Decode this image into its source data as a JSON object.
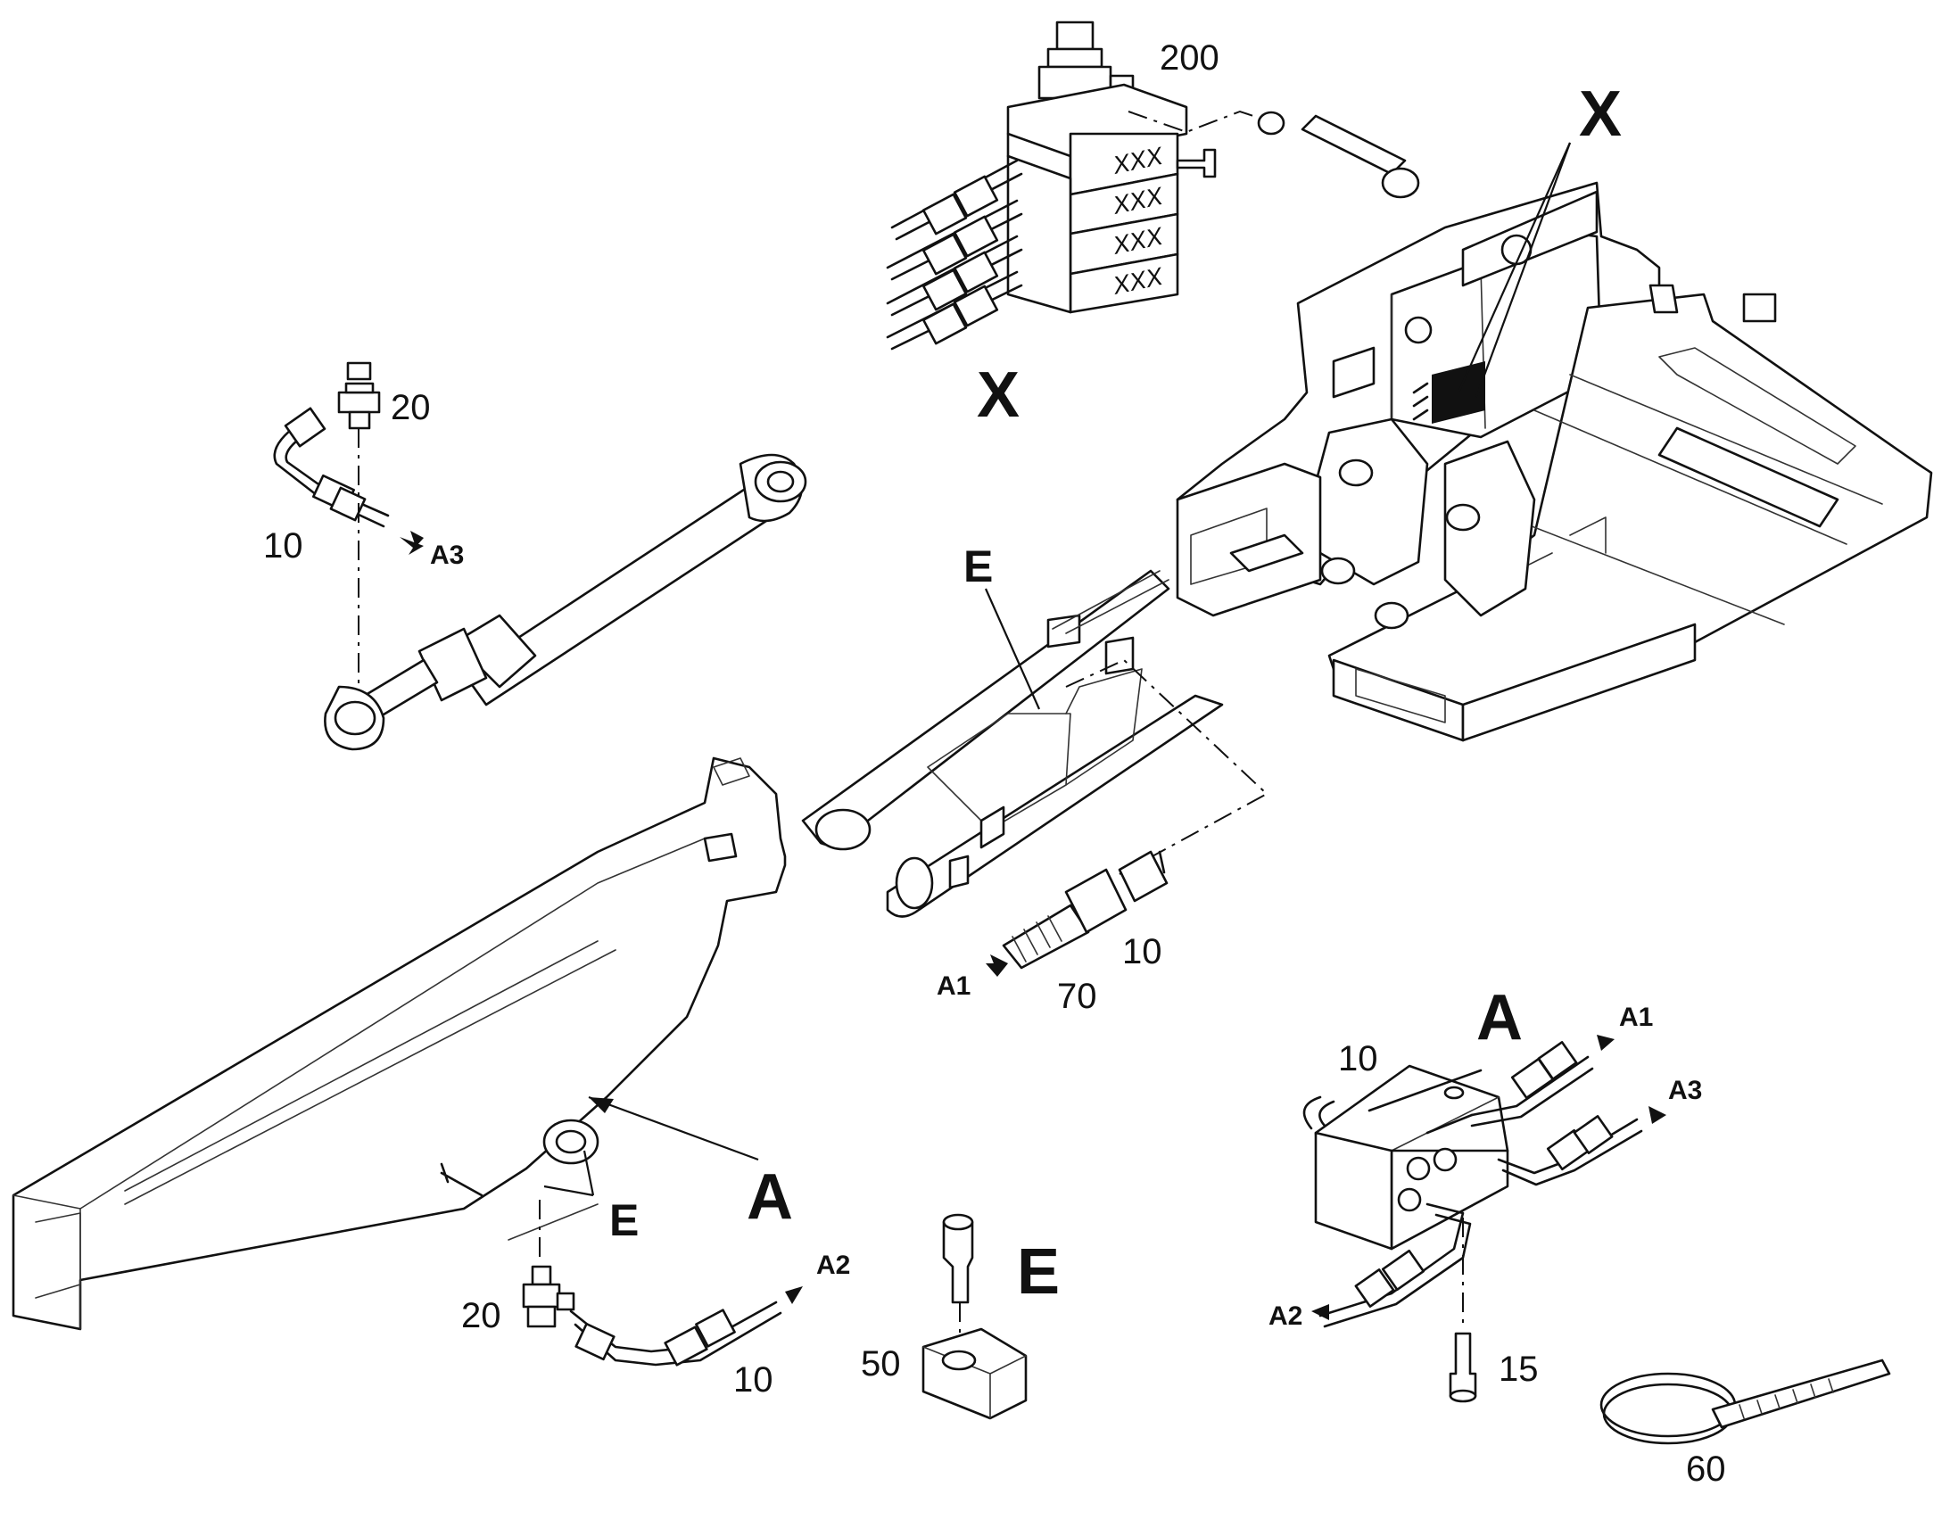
{
  "view_labels": {
    "x_detail": "X",
    "x_pointer": "X",
    "a_detail": "A",
    "a_pointer": "A",
    "e_detail": "E",
    "e_upper": "E",
    "e_lower": "E"
  },
  "arrow_refs": {
    "a1_fitting": "A1",
    "a1_block": "A1",
    "a2_arm": "A2",
    "a2_block": "A2",
    "a3_cylinder": "A3",
    "a3_block": "A3"
  },
  "part_numbers": {
    "p200": "200",
    "p20_cyl": "20",
    "p10_cyl": "10",
    "p10_fitting": "10",
    "p70": "70",
    "p10_block": "10",
    "p20_arm": "20",
    "p10_arm": "10",
    "p50": "50",
    "p15": "15",
    "p60": "60"
  },
  "block_markings": [
    "XXX",
    "XXX",
    "XXX",
    "XXX"
  ]
}
